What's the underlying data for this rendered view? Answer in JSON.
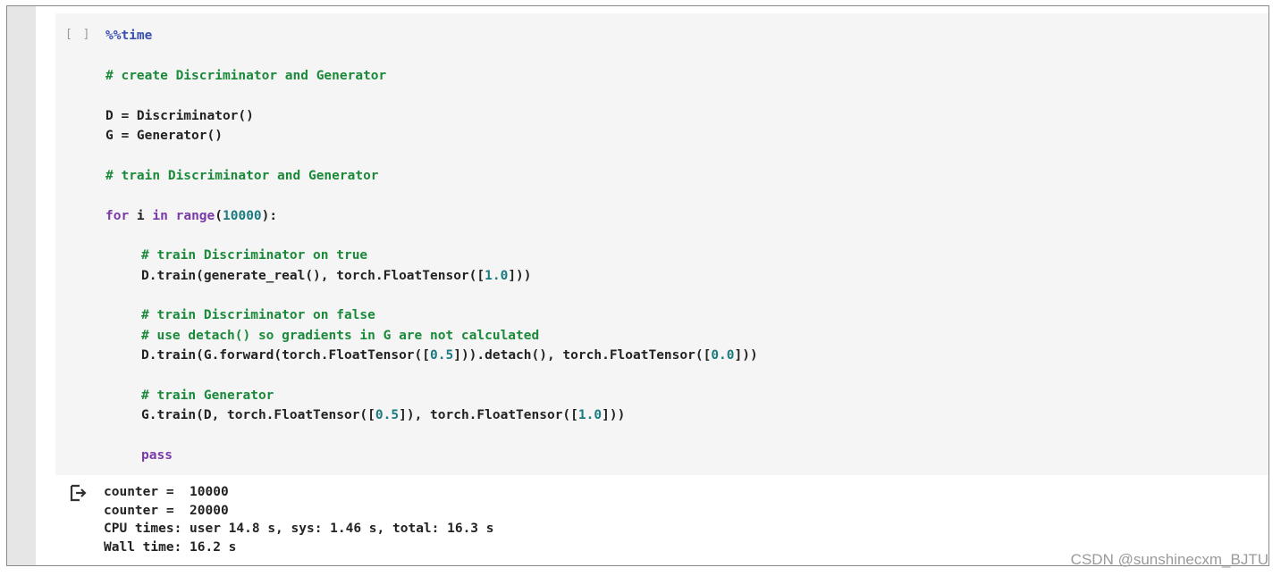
{
  "cell": {
    "run_marker": "[ ]",
    "magic": "%%time",
    "lines": [
      {
        "indent": 0,
        "tokens": [
          {
            "t": "magic",
            "v": "%%time"
          }
        ]
      },
      {
        "indent": 0,
        "tokens": []
      },
      {
        "indent": 0,
        "tokens": [
          {
            "t": "comment",
            "v": "# create Discriminator and Generator"
          }
        ]
      },
      {
        "indent": 0,
        "tokens": []
      },
      {
        "indent": 0,
        "tokens": [
          {
            "t": "default",
            "v": "D = Discriminator()"
          }
        ]
      },
      {
        "indent": 0,
        "tokens": [
          {
            "t": "default",
            "v": "G = Generator()"
          }
        ]
      },
      {
        "indent": 0,
        "tokens": []
      },
      {
        "indent": 0,
        "tokens": [
          {
            "t": "comment",
            "v": "# train Discriminator and Generator"
          }
        ]
      },
      {
        "indent": 0,
        "tokens": []
      },
      {
        "indent": 0,
        "tokens": [
          {
            "t": "keyword",
            "v": "for"
          },
          {
            "t": "default",
            "v": " i "
          },
          {
            "t": "keyword",
            "v": "in"
          },
          {
            "t": "default",
            "v": " "
          },
          {
            "t": "builtin",
            "v": "range"
          },
          {
            "t": "default",
            "v": "("
          },
          {
            "t": "number",
            "v": "10000"
          },
          {
            "t": "default",
            "v": "):"
          }
        ]
      },
      {
        "indent": 0,
        "tokens": []
      },
      {
        "indent": 1,
        "tokens": [
          {
            "t": "comment",
            "v": "# train Discriminator on true"
          }
        ]
      },
      {
        "indent": 1,
        "tokens": [
          {
            "t": "default",
            "v": "D.train(generate_real(), torch.FloatTensor(["
          },
          {
            "t": "number",
            "v": "1.0"
          },
          {
            "t": "default",
            "v": "]))"
          }
        ]
      },
      {
        "indent": 0,
        "tokens": []
      },
      {
        "indent": 1,
        "tokens": [
          {
            "t": "comment",
            "v": "# train Discriminator on false"
          }
        ]
      },
      {
        "indent": 1,
        "tokens": [
          {
            "t": "comment",
            "v": "# use detach() so gradients in G are not calculated"
          }
        ]
      },
      {
        "indent": 1,
        "tokens": [
          {
            "t": "default",
            "v": "D.train(G.forward(torch.FloatTensor(["
          },
          {
            "t": "number",
            "v": "0.5"
          },
          {
            "t": "default",
            "v": "])).detach(), torch.FloatTensor(["
          },
          {
            "t": "number",
            "v": "0.0"
          },
          {
            "t": "default",
            "v": "]))"
          }
        ]
      },
      {
        "indent": 0,
        "tokens": []
      },
      {
        "indent": 1,
        "tokens": [
          {
            "t": "comment",
            "v": "# train Generator"
          }
        ]
      },
      {
        "indent": 1,
        "tokens": [
          {
            "t": "default",
            "v": "G.train(D, torch.FloatTensor(["
          },
          {
            "t": "number",
            "v": "0.5"
          },
          {
            "t": "default",
            "v": "]), torch.FloatTensor(["
          },
          {
            "t": "number",
            "v": "1.0"
          },
          {
            "t": "default",
            "v": "]))"
          }
        ]
      },
      {
        "indent": 0,
        "tokens": []
      },
      {
        "indent": 1,
        "tokens": [
          {
            "t": "keyword",
            "v": "pass"
          }
        ]
      }
    ]
  },
  "output": {
    "icon": "output-arrow-icon",
    "lines": [
      "counter =  10000",
      "counter =  20000",
      "CPU times: user 14.8 s, sys: 1.46 s, total: 16.3 s",
      "Wall time: 16.2 s"
    ]
  },
  "watermark": "CSDN @sunshinecxm_BJTU"
}
